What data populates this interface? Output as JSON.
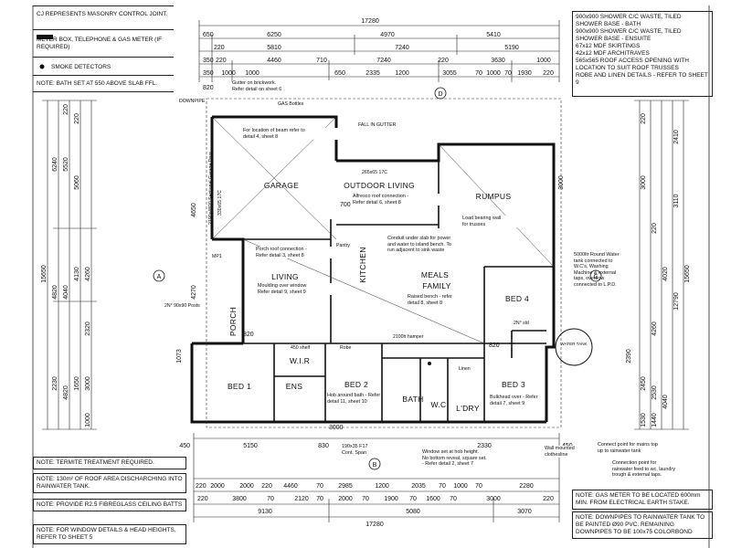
{
  "legend": {
    "cj": "CJ  REPRESENTS MASONRY CONTROL JOINT.",
    "meter": "METER BOX, TELEPHONE & GAS METER (IF REQUIRED)",
    "smoke": "SMOKE DETECTORS",
    "bath_note": "NOTE:  BATH SET AT 550 ABOVE SLAB FFL."
  },
  "top_right_note": "900x900 SHOWER C/C WASTE, TILED SHOWER BASE - BATH\n900x900 SHOWER C/C WASTE, TILED SHOWER BASE - ENSUITE\n67x12 MDF SKIRTINGS\n42x12 MDF ARCHITRAVES\n565x565 ROOF ACCESS OPENING WITH LOCATION TO SUIT ROOF TRUSSES\nROBE AND LINEN DETAILS - REFER TO SHEET 9",
  "bottom_left_notes": [
    "NOTE:  TERMITE TREATMENT REQUIRED.",
    "NOTE:  130m² OF ROOF AREA DISCHARCHING INTO RAINWATER TANK.",
    "NOTE:  PROVIDE R2.5 FIBREGLASS CEILING BATTS",
    "NOTE:  FOR WINDOW DETAILS & HEAD HEIGHTS, REFER TO SHEET 5"
  ],
  "bottom_right_notes": [
    "NOTE:  GAS METER TO BE LOCATED 600mm MIN. FROM ELECTRICAL EARTH STAKE.",
    "NOTE:  DOWNPIPES TO RAINWATER TANK TO BE PAINTED Ø90 PVC. REMAINING DOWNPIPES TO BE 100x75 COLORBOND"
  ],
  "rooms": {
    "garage": "GARAGE",
    "outdoor": "OUTDOOR LIVING",
    "rumpus": "RUMPUS",
    "living": "LIVING",
    "kitchen": "KITCHEN",
    "meals": "MEALS",
    "family": "FAMILY",
    "bed4": "BED 4",
    "porch": "PORCH",
    "wir": "W.I.R",
    "bed1": "BED 1",
    "ens": "ENS",
    "bed2": "BED 2",
    "bath": "BATH",
    "wc": "W.C",
    "ldry": "L'DRY",
    "bed3": "BED 3",
    "watertank": "WATER TANK"
  },
  "annotations": {
    "gutter": "Gutter on brickwork.\nRefer detail on sheet 6",
    "downpipe": "DOWNPIPE",
    "gas": "GAS Bottles",
    "beam": "For location of beam refer to\ndetail 4, sheet 8",
    "garage_door": "2190x4820 Sectional Garage Door",
    "tc": "330x65 17C",
    "alfresco": "Alfresco roof connection -\nRefer detail 6, sheet 8",
    "tc2": "265x65 17C",
    "conduit": "Conduit under slab for power\nand water to island bench. To\nrun adjacent to sink waste",
    "load_wall": "Load bearing wall\nfor trusses",
    "porch_roof": "Porch roof connection -\nRefer detail 3, sheet 8",
    "moulding": "Moulding over window\nRefer detail 9, sheet 9",
    "posts": "2N° 90x90 Posts",
    "raised_bench": "Raised bench - refer\ndetail 8, sheet 8",
    "tank_note": "5000ltr Round Water\ntank connected to\nW.C's, Washing\nMachine & external\ntaps, overflow\nconnected to L.P.D.",
    "hob": "Hob around bath - Refer\ndetail 11, sheet 10",
    "bulkhead": "Bulkhead over - Refer\ndetail 7, sheet 9",
    "hamper": "2100h hamper",
    "window_hob": "Window set at hob height.\nNo bottom reveal, square set.\n- Refer detail 2, sheet 7",
    "clothesline": "Wall mounted\nclothesline",
    "connect_mains": "Connect point for mains top\nup to rainwater tank",
    "connect_rain": "Connection point for\nrainwater feed to wc, laundry\ntrough & external taps.",
    "lintel": "190x35 F17\nCont. Span",
    "shelf": "450 shelf",
    "robe": "Robe",
    "linen": "Linen",
    "sid": "2N° sld",
    "fall_gutter": "FALL IN GUTTER",
    "pantry": "Pantry",
    "mpl": "MP1"
  },
  "dims": {
    "top_total": "17280",
    "top_row2": [
      "650",
      "6250",
      "4970",
      "5410"
    ],
    "top_row3": [
      "220",
      "5810",
      "7240",
      "5190"
    ],
    "top_row4": [
      "350",
      "220",
      "4460",
      "710",
      "7240",
      "220",
      "3630",
      "1000"
    ],
    "top_row5": [
      "350",
      "1000",
      "1000",
      "650",
      "2335",
      "1200",
      "3055",
      "70",
      "1000",
      "70",
      "1930",
      "220"
    ],
    "bottom_row1": [
      "450",
      "5150",
      "830",
      "2330",
      "450"
    ],
    "bottom_row2": [
      "220",
      "2000",
      "2000",
      "220",
      "4460",
      "70",
      "2985",
      "1200",
      "2035",
      "70",
      "1000",
      "70",
      "2280"
    ],
    "bottom_row3": [
      "220",
      "3800",
      "70",
      "2120",
      "70",
      "2000",
      "70",
      "1900",
      "70",
      "1600",
      "70",
      "3000",
      "220"
    ],
    "bottom_row4": [
      "9130",
      "5080",
      "3070"
    ],
    "bottom_total": "17280",
    "left_total": "15650",
    "left_a": [
      "220",
      "5520",
      "6240",
      "4820",
      "4260",
      "3000",
      "1000"
    ],
    "left_b": [
      "220",
      "5060",
      "4820",
      "2230",
      "4040",
      "4130",
      "1650",
      "2320"
    ],
    "right_a": [
      "2410",
      "3110",
      "15650",
      "12790",
      "4040",
      "2390"
    ],
    "right_b": [
      "220",
      "4020",
      "3000",
      "220",
      "4260",
      "2450",
      "2530",
      "1530",
      "1440"
    ],
    "interior": [
      "820",
      "820",
      "700",
      "820",
      "1073",
      "3000",
      "4270",
      "4650",
      "3000"
    ]
  },
  "markers": {
    "a": "A",
    "b": "B",
    "d": "D",
    "c": "C"
  }
}
